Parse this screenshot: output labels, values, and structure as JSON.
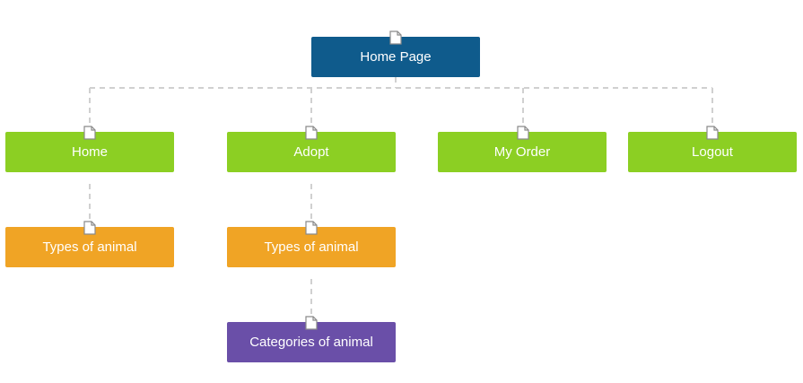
{
  "sitemap": {
    "root": {
      "label": "Home Page"
    },
    "main_nav": [
      {
        "label": "Home"
      },
      {
        "label": "Adopt"
      },
      {
        "label": "My Order"
      },
      {
        "label": "Logout"
      }
    ],
    "home_child": {
      "label": "Types of animal"
    },
    "adopt_child": {
      "label": "Types of animal"
    },
    "adopt_grandchild": {
      "label": "Categories of animal"
    }
  },
  "colors": {
    "root": "#0f5b8c",
    "level1": "#8ccf23",
    "level2": "#f0a425",
    "level3": "#6a4fa8",
    "connector": "#d0d0d0"
  },
  "icons": {
    "page": "page-icon"
  }
}
